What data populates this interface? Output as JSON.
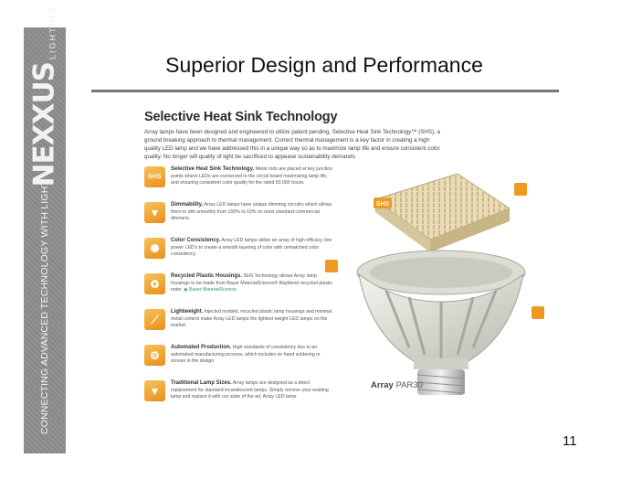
{
  "brand": {
    "logo_main": "NEXXUS",
    "logo_sub": "LIGHTING",
    "tagline": "CONNECTING ADVANCED TECHNOLOGY WITH LIGHT"
  },
  "slide": {
    "title": "Superior Design and Performance",
    "page_number": "11"
  },
  "panel": {
    "heading": "Selective Heat Sink Technology",
    "intro": "Array lamps have been designed and engineered to utilize patent pending, Selective Heat Sink Technology™ (SHS), a ground breaking approach to thermal management. Correct thermal management is a key factor in creating a high quality LED lamp and we have addressed this in a unique way so as to maximize lamp life and ensure consistent color quality. No longer will quality of light be sacrificed to appease sustainability demands.",
    "features": [
      {
        "icon": "shs-badge-icon",
        "icon_text": "SHS",
        "title": "Selective Heat Sink Technology.",
        "body": "Metal rods are placed at key junction points where LEDs are connected to the circuit board maximizing lamp life, and ensuring consistent color quality for the rated 50,000 hours."
      },
      {
        "icon": "dimmer-icon",
        "icon_text": "▼",
        "title": "Dimmability.",
        "body": "Array LED lamps have unique dimming circuitry which allows them to dim smoothly from 100% to 10% on most standard commercial dimmers."
      },
      {
        "icon": "color-burst-icon",
        "icon_text": "✺",
        "title": "Color Consistency.",
        "body": "Array LED lamps utilize an array of high efficacy, low power LED's to create a smooth layering of color with unmatched color consistency."
      },
      {
        "icon": "recycle-icon",
        "icon_text": "♻",
        "title": "Recycled Plastic Housings.",
        "body": "SHS Technology allows Array lamp housings to be made from Bayer MaterialScience® Bayblend recycled plastic resin.",
        "extra": "Bayer MaterialScience"
      },
      {
        "icon": "feather-icon",
        "icon_text": "⟋",
        "title": "Lightweight.",
        "body": "Injected molded, recycled plastic lamp housings and minimal metal content make Array LED lamps the lightest weight LED lamps on the market."
      },
      {
        "icon": "gear-icon",
        "icon_text": "⚙",
        "title": "Automated Production.",
        "body": "High standards of consistency due to an automated manufacturing process, which includes no hand soldering or screws in the design."
      },
      {
        "icon": "lamp-icon",
        "icon_text": "▼",
        "title": "Traditional Lamp Sizes.",
        "body": "Array lamps are designed as a direct replacement for standard incandescent lamps. Simply remove your existing lamp and replace it with our state of the art, Array LED lamp."
      }
    ],
    "illustration": {
      "badge_text": "SHS",
      "caption_brand": "Array",
      "caption_model": "PAR30"
    }
  },
  "colors": {
    "side_bar": "#8c8c8c",
    "icon_orange": "#ee9a22",
    "rule": "#777777"
  }
}
